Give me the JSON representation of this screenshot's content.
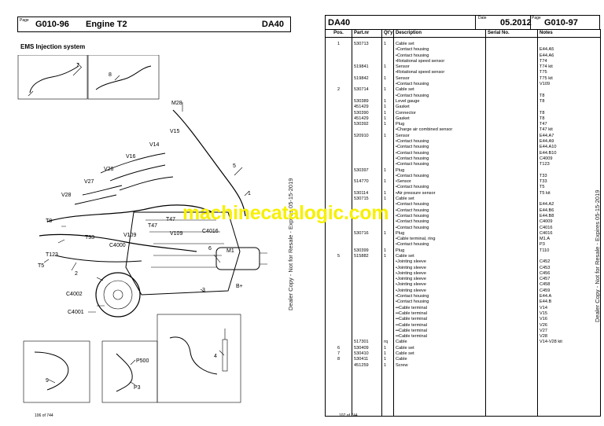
{
  "left_page": {
    "page_label": "Page",
    "page_number": "G010-96",
    "title": "Engine T2",
    "model": "DA40",
    "section": "EMS Injection system",
    "footer": "106 of 744",
    "callouts": [
      "7",
      "8",
      "M28",
      "V15",
      "V14",
      "V16",
      "V26",
      "5",
      "V27",
      "1",
      "V28",
      "T8",
      "T47",
      "T33",
      "T47",
      "V109",
      "V109",
      "C4016",
      "T123",
      "C4000",
      "6",
      "M1",
      "T5",
      "2",
      "B+",
      "3",
      "C4002",
      "C4001",
      "4",
      "P500",
      "9",
      "P3"
    ]
  },
  "right_page": {
    "model": "DA40",
    "date_label": "Date",
    "date": "05.2012",
    "page_label": "Page",
    "page_number": "G010-97",
    "footer": "107 of 744",
    "columns": [
      "Pos.",
      "Part.nr",
      "Qt'y",
      "Description",
      "Serial No.",
      "Notes"
    ],
    "rows": [
      [
        "1",
        "530713",
        "1",
        "Cable set",
        "",
        ""
      ],
      [
        "",
        "",
        "",
        "•Contact housing",
        "",
        "E44.A5"
      ],
      [
        "",
        "",
        "",
        "•Contact housing",
        "",
        "E44.A6"
      ],
      [
        "",
        "",
        "",
        "•Rotational speed sensor",
        "",
        "T74"
      ],
      [
        "",
        "519841",
        "1",
        "Sensor",
        "",
        "T74 kit"
      ],
      [
        "",
        "",
        "",
        "•Rotational speed sensor",
        "",
        "T75"
      ],
      [
        "",
        "519842",
        "1",
        "Sensor",
        "",
        "T75 kit"
      ],
      [
        "",
        "",
        "",
        "•Contact housing",
        "",
        "V109"
      ],
      [
        "2",
        "530714",
        "1",
        "Cable set",
        "",
        ""
      ],
      [
        "",
        "",
        "",
        "•Contact housing",
        "",
        "T8"
      ],
      [
        "",
        "530389",
        "1",
        "Level gauge",
        "",
        "T8"
      ],
      [
        "",
        "451429",
        "1",
        "Gasket",
        "",
        ""
      ],
      [
        "",
        "530390",
        "1",
        "Connector",
        "",
        "T8"
      ],
      [
        "",
        "451429",
        "1",
        "Gasket",
        "",
        "T8"
      ],
      [
        "",
        "530392",
        "1",
        "Plug",
        "",
        "T47"
      ],
      [
        "",
        "",
        "",
        "•Charge air combined sensor",
        "",
        "T47 kit"
      ],
      [
        "",
        "520910",
        "1",
        "Sensor",
        "",
        "E44.A7"
      ],
      [
        "",
        "",
        "",
        "•Contact housing",
        "",
        "E44.A9"
      ],
      [
        "",
        "",
        "",
        "•Contact housing",
        "",
        "E44.A10"
      ],
      [
        "",
        "",
        "",
        "•Contact housing",
        "",
        "E44.B10"
      ],
      [
        "",
        "",
        "",
        "•Contact housing",
        "",
        "C4009"
      ],
      [
        "",
        "",
        "",
        "•Contact housing",
        "",
        "T123"
      ],
      [
        "",
        "530397",
        "1",
        "Plug",
        "",
        ""
      ],
      [
        "",
        "",
        "",
        "•Contact housing",
        "",
        "T33"
      ],
      [
        "",
        "514770",
        "1",
        "•Sensor",
        "",
        "T33"
      ],
      [
        "",
        "",
        "",
        "•Contact housing",
        "",
        "T5"
      ],
      [
        "",
        "530114",
        "1",
        "•Air pressure sensor",
        "",
        "T5 kit"
      ],
      [
        "",
        "530715",
        "1",
        "Cable set",
        "",
        ""
      ],
      [
        "",
        "",
        "",
        "•Contact housing",
        "",
        "E44.A2"
      ],
      [
        "",
        "",
        "",
        "•Contact housing",
        "",
        "E44.B6"
      ],
      [
        "",
        "",
        "",
        "•Contact housing",
        "",
        "E44.B8"
      ],
      [
        "",
        "",
        "",
        "•Contact housing",
        "",
        "C4009"
      ],
      [
        "",
        "",
        "",
        "•Contact housing",
        "",
        "C4016"
      ],
      [
        "",
        "530716",
        "1",
        "Plug",
        "",
        "C4016"
      ],
      [
        "",
        "",
        "",
        "•Cable terminal, ring",
        "",
        "M1.A"
      ],
      [
        "",
        "",
        "",
        "•Contact housing",
        "",
        "P3"
      ],
      [
        "",
        "530399",
        "1",
        "Plug",
        "",
        "T110"
      ],
      [
        "5",
        "515882",
        "1",
        "Cable set",
        "",
        ""
      ],
      [
        "",
        "",
        "",
        "•Jointing sleeve",
        "",
        "C452"
      ],
      [
        "",
        "",
        "",
        "•Jointing sleeve",
        "",
        "C453"
      ],
      [
        "",
        "",
        "",
        "•Jointing sleeve",
        "",
        "C456"
      ],
      [
        "",
        "",
        "",
        "•Jointing sleeve",
        "",
        "C457"
      ],
      [
        "",
        "",
        "",
        "•Jointing sleeve",
        "",
        "C458"
      ],
      [
        "",
        "",
        "",
        "•Jointing sleeve",
        "",
        "C459"
      ],
      [
        "",
        "",
        "",
        "•Contact housing",
        "",
        "E44.A"
      ],
      [
        "",
        "",
        "",
        "•Contact housing",
        "",
        "E44.B"
      ],
      [
        "",
        "",
        "",
        "••Cable terminal",
        "",
        "V14"
      ],
      [
        "",
        "",
        "",
        "••Cable terminal",
        "",
        "V15"
      ],
      [
        "",
        "",
        "",
        "••Cable terminal",
        "",
        "V16"
      ],
      [
        "",
        "",
        "",
        "••Cable terminal",
        "",
        "V26"
      ],
      [
        "",
        "",
        "",
        "••Cable terminal",
        "",
        "V27"
      ],
      [
        "",
        "",
        "",
        "••Cable terminal",
        "",
        "V28"
      ],
      [
        "",
        "517301",
        "rq",
        "Cable",
        "",
        "V14-V28 kit"
      ],
      [
        "6",
        "530409",
        "1",
        "Cable set",
        "",
        ""
      ],
      [
        "7",
        "530410",
        "1",
        "Cable set",
        "",
        ""
      ],
      [
        "8",
        "530411",
        "1",
        "Cable",
        "",
        ""
      ],
      [
        "",
        "451259",
        "1",
        "Screw",
        "",
        ""
      ]
    ]
  },
  "watermark": "machinecatalogic.com",
  "side_notice": "Dealer Copy - Not for Resale - Expires 05-15-2019"
}
